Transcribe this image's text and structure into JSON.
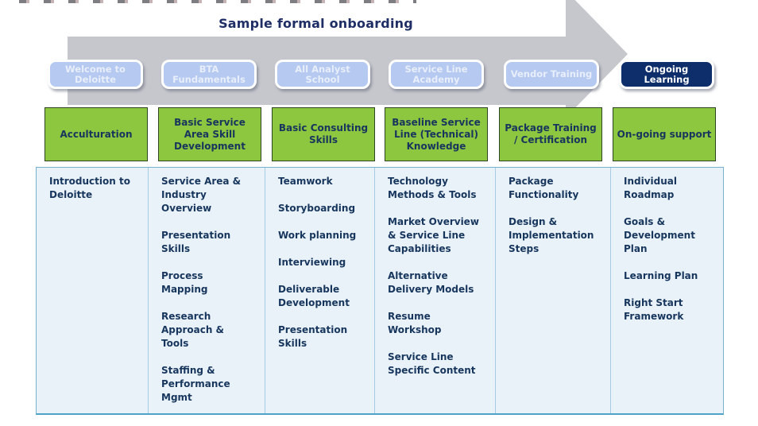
{
  "title": "Sample formal onboarding",
  "stages": [
    {
      "button_label": "Welcome to Deloitte",
      "dark": false,
      "box_label": "Acculturation",
      "items": [
        "Introduction to Deloitte"
      ]
    },
    {
      "button_label": "BTA Fundamentals",
      "dark": false,
      "box_label": "Basic Service Area Skill Development",
      "items": [
        "Service Area & Industry Overview",
        "Presentation Skills",
        "Process Mapping",
        "Research Approach & Tools",
        "Staffing & Performance Mgmt"
      ]
    },
    {
      "button_label": "All Analyst School",
      "dark": false,
      "box_label": "Basic Consulting Skills",
      "items": [
        "Teamwork",
        "Storyboarding",
        "Work planning",
        "Interviewing",
        "Deliverable Development",
        "Presentation Skills"
      ]
    },
    {
      "button_label": "Service Line Academy",
      "dark": false,
      "box_label": "Baseline Service Line (Technical) Knowledge",
      "items": [
        "Technology Methods & Tools",
        "Market Overview & Service Line Capabilities",
        "Alternative Delivery Models",
        "Resume Workshop",
        "Service Line Specific Content"
      ]
    },
    {
      "button_label": "Vendor Training",
      "dark": false,
      "box_label": "Package Training / Certification",
      "items": [
        "Package Functionality",
        "Design & Implementation Steps"
      ]
    },
    {
      "button_label": "Ongoing Learning",
      "dark": true,
      "box_label": "On-going support",
      "items": [
        "Individual Roadmap",
        "Goals & Development Plan",
        "Learning Plan",
        "Right Start Framework"
      ]
    }
  ],
  "colors": {
    "accent_green": "#8dc63f",
    "pill_blue": "#b5c9f1",
    "pill_dark_navy": "#0d2d6b",
    "text_navy": "#17365d",
    "arrow_gray": "#c6c7cd",
    "table_bg": "#eaf2f9",
    "table_border": "#5fa8cc"
  }
}
